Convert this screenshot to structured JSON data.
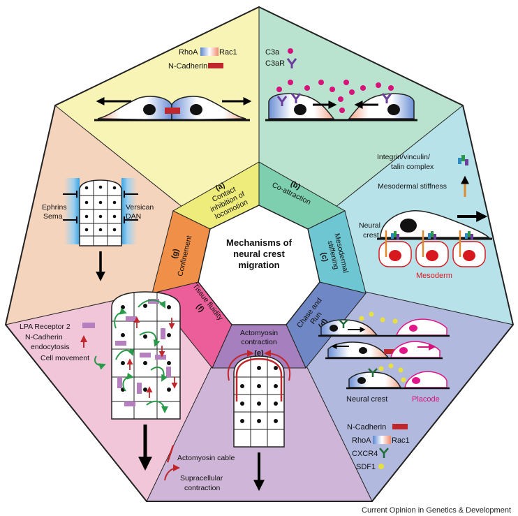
{
  "center": {
    "line1": "Mechanisms of",
    "line2": "neural crest",
    "line3": "migration"
  },
  "mechanisms": {
    "a": {
      "letter": "(a)",
      "l1": "Contact",
      "l2": "inhibition of",
      "l3": "locomotion"
    },
    "b": {
      "letter": "(b)",
      "l1": "Co-attraction"
    },
    "c": {
      "letter": "(c)",
      "l1": "Mesodermal",
      "l2": "stiffening"
    },
    "d": {
      "letter": "(d)",
      "l1": "Chase and",
      "l2": "Run"
    },
    "e": {
      "letter": "(e)",
      "l1": "Actomyosin",
      "l2": "contraction"
    },
    "f": {
      "letter": "(f)",
      "l1": "Tissue fluidity"
    },
    "g": {
      "letter": "(g)",
      "l1": "Confinement"
    }
  },
  "panel_a": {
    "rhoa": "RhoA",
    "rac1": "Rac1",
    "ncadherin": "N-Cadherin"
  },
  "panel_b": {
    "c3a": "C3a",
    "c3ar": "C3aR"
  },
  "panel_c": {
    "integrin1": "Integrin/vinculin/",
    "integrin2": "talin complex",
    "stiffness": "Mesodermal stiffness",
    "nc1": "Neural",
    "nc2": "crest",
    "mesoderm": "Mesoderm"
  },
  "panel_d": {
    "neural_crest": "Neural crest",
    "placode": "Placode",
    "ncadherin": "N-Cadherin",
    "rhoa": "RhoA",
    "rac1": "Rac1",
    "cxcr4": "CXCR4",
    "sdf1": "SDF1"
  },
  "panel_e": {
    "cable": "Actomyosin cable",
    "supra1": "Supracellular",
    "supra2": "contraction"
  },
  "panel_f": {
    "lpa": "LPA Receptor 2",
    "endo1": "N-Cadherin",
    "endo2": "endocytosis",
    "movement": "Cell movement"
  },
  "panel_g": {
    "ephrins": "Ephrins",
    "sema": "Sema",
    "versican": "Versican",
    "dan": "DAN"
  },
  "credit": "Current Opinion in Genetics & Development",
  "colors": {
    "a_bg": "#f7f4b5",
    "b_bg": "#b9e3cf",
    "c_bg": "#b8e2ea",
    "d_bg": "#b1b9df",
    "e_bg": "#cfb5d8",
    "f_bg": "#f1c6d9",
    "g_bg": "#f4d4bc",
    "a_inner": "#eeec7a",
    "b_inner": "#7ecfb0",
    "c_inner": "#6ec6d3",
    "d_inner": "#6f87c4",
    "e_inner": "#a67fbf",
    "f_inner": "#ec5e9a",
    "g_inner": "#f08f47",
    "red": "#c0272d",
    "magenta": "#d6127b",
    "purple_bar": "#b57fbf",
    "yellow_dot": "#e8e040",
    "placode": "#e0168a",
    "mesoderm_red": "#d7191f",
    "cxcr4_green": "#1f6b3a"
  }
}
